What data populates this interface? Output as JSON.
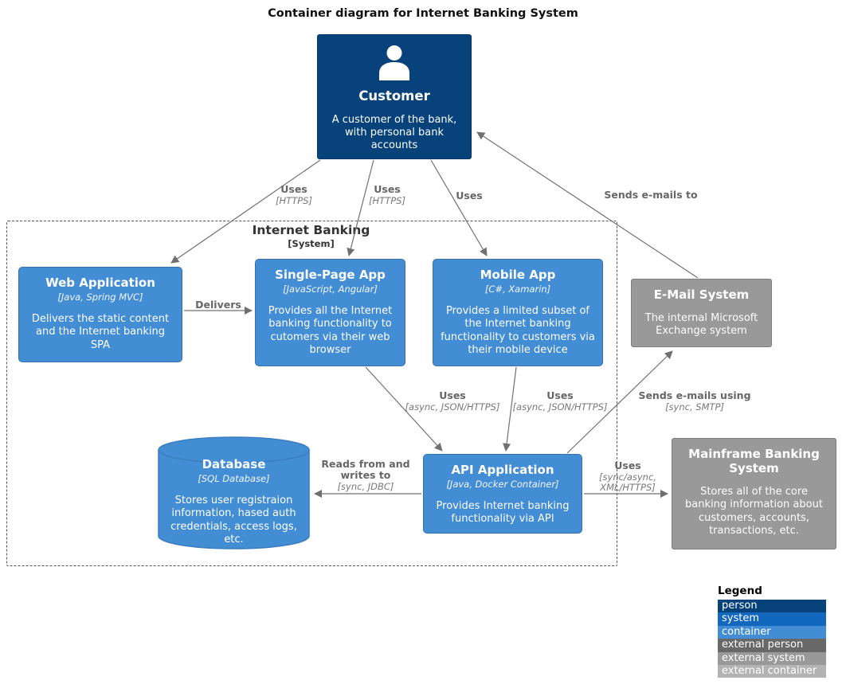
{
  "title": "Container diagram for Internet Banking System",
  "colors": {
    "person": "#08427b",
    "system": "#1168bd",
    "container": "#438dd5",
    "external_person": "#686868",
    "external_system": "#999999",
    "external_container": "#b3b3b3",
    "arrow": "#707070"
  },
  "boundary": {
    "title": "Internet Banking",
    "subtitle": "[System]"
  },
  "nodes": {
    "customer": {
      "title": "Customer",
      "description": "A customer of the bank, with personal bank accounts"
    },
    "web_app": {
      "title": "Web Application",
      "tech": "[Java, Spring MVC]",
      "description": "Delivers the static content and the Internet banking SPA"
    },
    "spa": {
      "title": "Single-Page App",
      "tech": "[JavaScript, Angular]",
      "description": "Provides all the Internet banking functionality to cutomers via their web browser"
    },
    "mobile_app": {
      "title": "Mobile App",
      "tech": "[C#, Xamarin]",
      "description": "Provides a limited subset of the Internet banking functionality to customers via their mobile device"
    },
    "email_system": {
      "title": "E-Mail System",
      "description": "The internal Microsoft Exchange system"
    },
    "database": {
      "title": "Database",
      "tech": "[SQL Database]",
      "description": "Stores user registraion information, hased auth credentials, access logs, etc."
    },
    "api_app": {
      "title": "API Application",
      "tech": "[Java, Docker Container]",
      "description": "Provides Internet banking functionality via API"
    },
    "mainframe": {
      "title": "Mainframe Banking System",
      "description": "Stores all of the core banking information about customers, accounts, transactions, etc."
    }
  },
  "edges": {
    "customer_web": {
      "label": "Uses",
      "tech": "[HTTPS]"
    },
    "customer_spa": {
      "label": "Uses",
      "tech": "[HTTPS]"
    },
    "customer_mobile": {
      "label": "Uses"
    },
    "email_customer": {
      "label": "Sends e-mails to"
    },
    "web_spa": {
      "label": "Delivers"
    },
    "spa_api": {
      "label": "Uses",
      "tech": "[async, JSON/HTTPS]"
    },
    "mobile_api": {
      "label": "Uses",
      "tech": "[async, JSON/HTTPS]"
    },
    "api_email": {
      "label": "Sends e-mails using",
      "tech": "[sync, SMTP]"
    },
    "api_db": {
      "label": "Reads from and writes to",
      "tech": "[sync, JDBC]"
    },
    "api_mainframe": {
      "label": "Uses",
      "tech": "[sync/async, XML/HTTPS]"
    }
  },
  "legend": {
    "title": "Legend",
    "items": [
      {
        "label": "person",
        "color": "#08427b"
      },
      {
        "label": "system",
        "color": "#1168bd"
      },
      {
        "label": "container",
        "color": "#438dd5"
      },
      {
        "label": "external person",
        "color": "#686868"
      },
      {
        "label": "external system",
        "color": "#999999"
      },
      {
        "label": "external container",
        "color": "#b3b3b3"
      }
    ]
  }
}
